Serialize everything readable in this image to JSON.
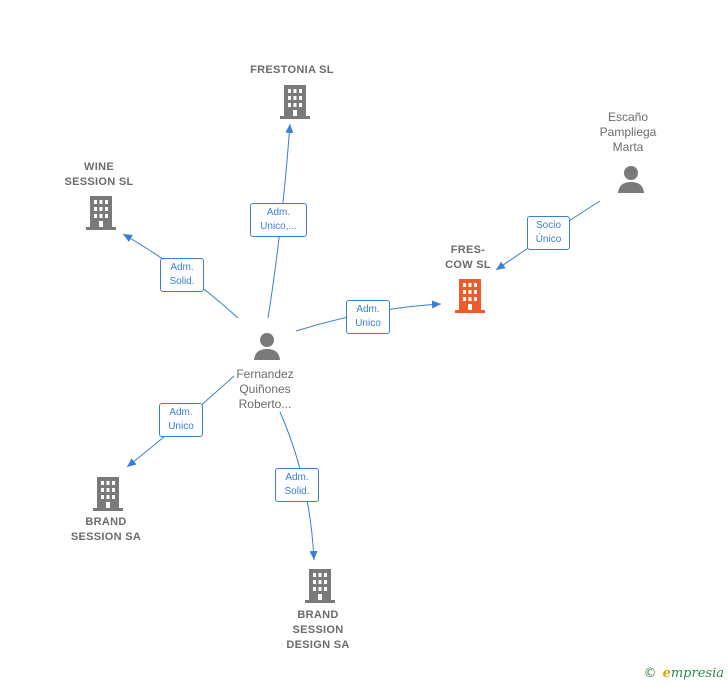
{
  "colors": {
    "edge": "#3a7fd5",
    "company": "#7a7a7a",
    "focus_company": "#f05a28",
    "person": "#7a7a7a"
  },
  "nodes": {
    "frestonia": {
      "label": "FRESTONIA  SL",
      "icon": "building-icon"
    },
    "wine_session": {
      "label": "WINE\nSESSION SL",
      "icon": "building-icon"
    },
    "fres_cow": {
      "label": "FRES-\nCOW  SL",
      "icon": "building-icon"
    },
    "escano": {
      "label": "Escaño\nPampliega\nMarta",
      "icon": "person-icon"
    },
    "fernandez": {
      "label": "Fernandez\nQuiñones\nRoberto...",
      "icon": "person-icon"
    },
    "brand_session": {
      "label": "BRAND\nSESSION SA",
      "icon": "building-icon"
    },
    "brand_session_design": {
      "label": "BRAND\nSESSION\nDESIGN SA",
      "icon": "building-icon"
    }
  },
  "edges": {
    "to_frestonia": "Adm.\nUnico,...",
    "to_wine_session": "Adm.\nSolid.",
    "to_fres_cow": "Adm.\nUnico",
    "escano_to_fres_cow": "Socio\nÚnico",
    "to_brand_session": "Adm.\nUnico",
    "to_brand_session_design": "Adm.\nSolid."
  },
  "footer": {
    "copyright": "©",
    "brand_initial": "e",
    "brand_rest": "mpresia"
  }
}
